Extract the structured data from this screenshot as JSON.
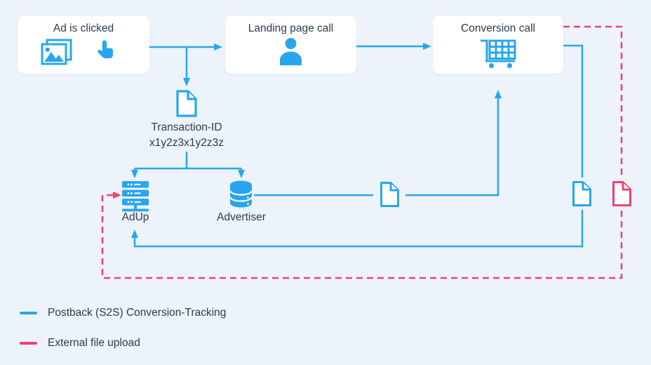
{
  "nodes": {
    "ad_clicked": {
      "label": "Ad is clicked"
    },
    "landing_page": {
      "label": "Landing page call"
    },
    "conversion": {
      "label": "Conversion call"
    },
    "adup": {
      "label": "AdUp"
    },
    "advertiser": {
      "label": "Advertiser"
    }
  },
  "transaction": {
    "title": "Transaction-ID",
    "id": "x1y2z3x1y2z3z"
  },
  "legend": {
    "items": [
      {
        "label": "Postback (S2S) Conversion-Tracking",
        "color": "#28a6ed",
        "line_style": "solid"
      },
      {
        "label": "External file upload",
        "color": "#f23f6f",
        "line_style": "dashed"
      }
    ]
  },
  "icons": {
    "ad_clicked": [
      "images-icon",
      "hand-pointer-icon"
    ],
    "landing_page": "person-icon",
    "conversion": "cart-icon",
    "transaction": "document-icon",
    "adup": "server-icon",
    "advertiser": "database-icon",
    "postback_files": "document-icon",
    "upload_file": "document-icon"
  },
  "colors": {
    "postback_blue": "#28a6ed",
    "upload_pink": "#f23f6f",
    "background": "#ecf3fa",
    "card": "#ffffff",
    "text": "#2d3b4d"
  }
}
